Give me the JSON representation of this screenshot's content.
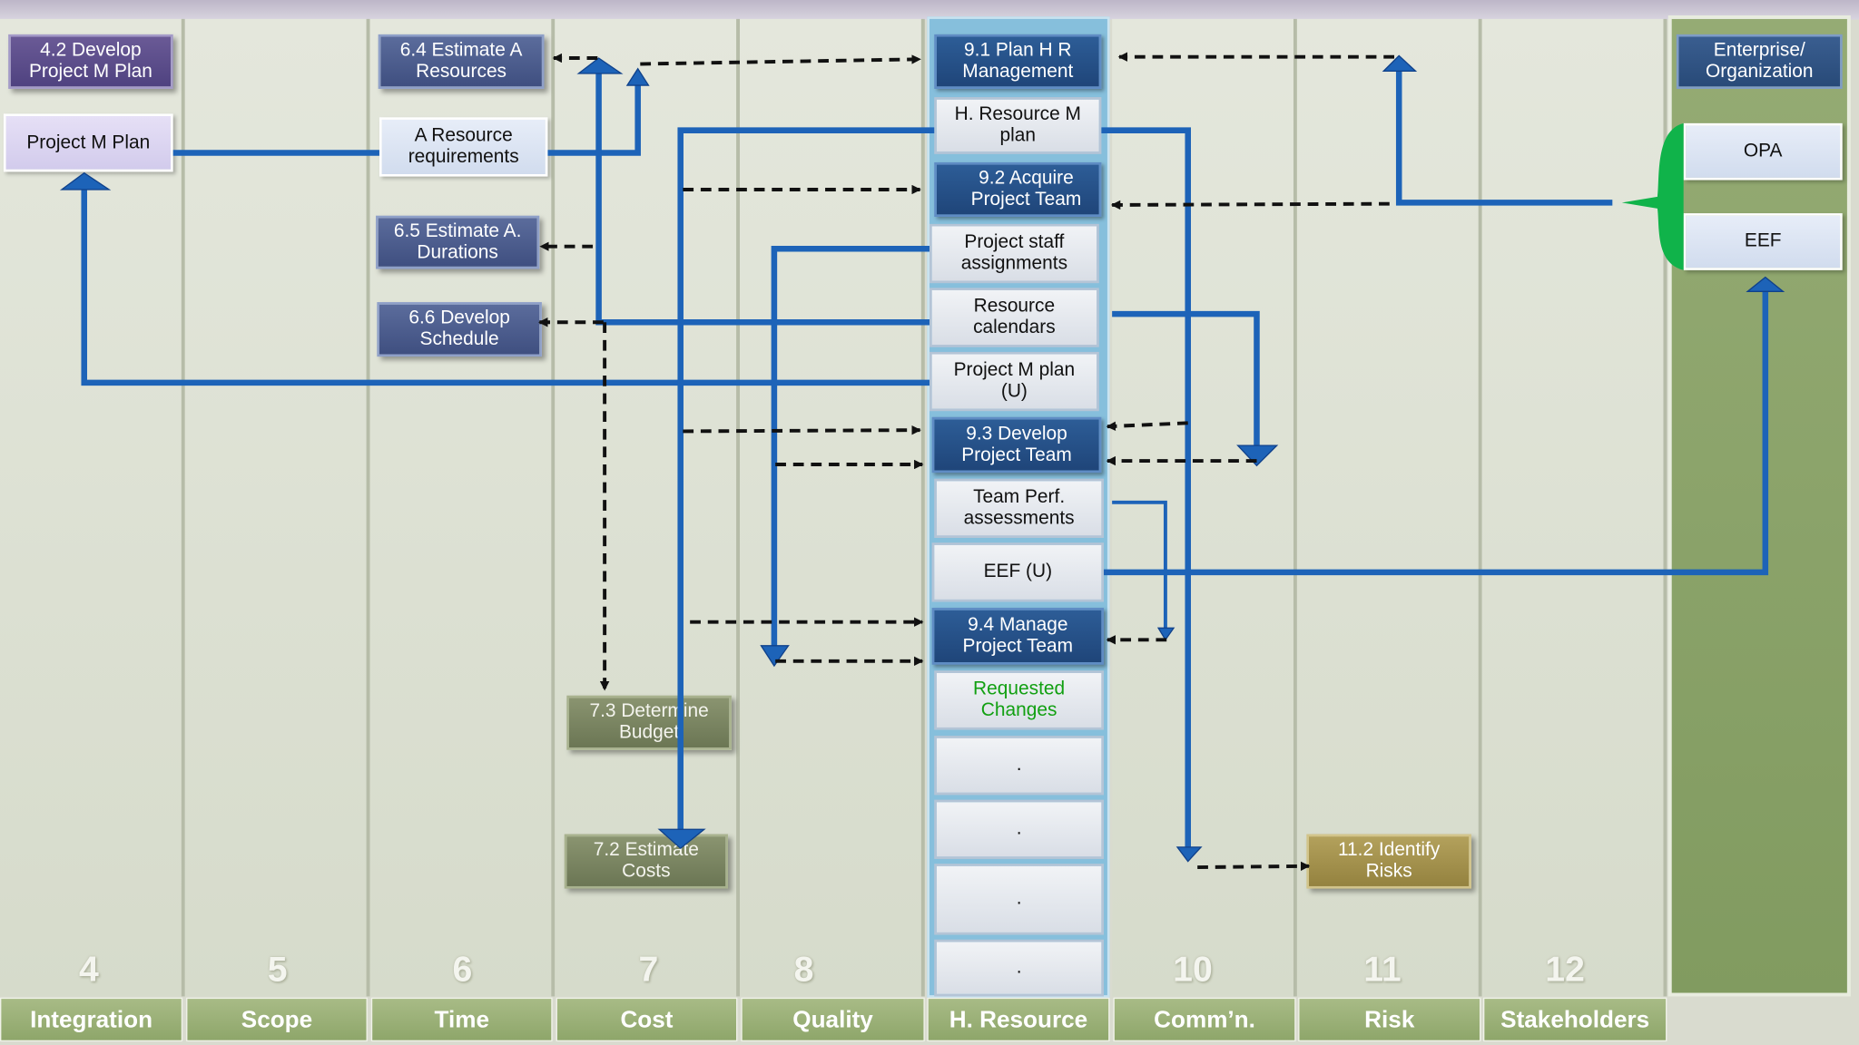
{
  "columns": [
    {
      "number": "4",
      "label": "Integration"
    },
    {
      "number": "5",
      "label": "Scope"
    },
    {
      "number": "6",
      "label": "Time"
    },
    {
      "number": "7",
      "label": "Cost"
    },
    {
      "number": "8",
      "label": "Quality"
    },
    {
      "number": "9",
      "label": "H. Resource"
    },
    {
      "number": "10",
      "label": "Comm’n."
    },
    {
      "number": "11",
      "label": "Risk"
    },
    {
      "number": "12",
      "label": "Stakeholders"
    }
  ],
  "integration": {
    "process": "4.2 Develop\nProject M Plan",
    "doc": "Project M Plan"
  },
  "time": {
    "p64": "6.4 Estimate A\nResources",
    "resreq": "A Resource\nrequirements",
    "p65": "6.5 Estimate A.\nDurations",
    "p66": "6.6 Develop\nSchedule"
  },
  "cost": {
    "p73": "7.3 Determine\nBudget",
    "p72": "7.2 Estimate\nCosts"
  },
  "hr": {
    "p91": "9.1 Plan H R\nManagement",
    "hrplan": "H. Resource M\nplan",
    "p92": "9.2 Acquire\nProject Team",
    "staff": "Project staff\nassignments",
    "calendars": "Resource\ncalendars",
    "pmplan": "Project M plan\n(U)",
    "p93": "9.3 Develop\nProject Team",
    "teamperf": "Team Perf.\nassessments",
    "eefu": "EEF (U)",
    "p94": "9.4 Manage\nProject Team",
    "changes": "Requested\nChanges",
    "dot1": ".",
    "dot2": ".",
    "dot3": ".",
    "dot4": "."
  },
  "risk": {
    "p112": "11.2 Identify\nRisks"
  },
  "enterprise": {
    "title": "Enterprise/\nOrganization",
    "opa": "OPA",
    "eef": "EEF"
  },
  "colors": {
    "flow_blue": "#1d63b8",
    "dashed_black": "#111111",
    "bracket_green": "#10b34a"
  }
}
